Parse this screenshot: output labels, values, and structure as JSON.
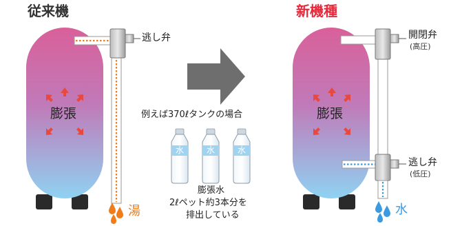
{
  "old": {
    "title": "従来機",
    "expansion": "膨張",
    "relief_valve": "逃し弁",
    "outflow": "湯"
  },
  "new": {
    "title": "新機種",
    "expansion": "膨張",
    "open_close_valve": "開閉弁",
    "high_pressure": "(高圧)",
    "relief_valve": "逃し弁",
    "low_pressure": "(低圧)",
    "outflow": "水"
  },
  "middle": {
    "example": "例えば370ℓタンクの場合",
    "bottle_label": "水",
    "caption_line1": "膨張水",
    "caption_line2": "2ℓペット約3本分を",
    "caption_line3": "排出している"
  },
  "colors": {
    "tank_top": "#e0679a",
    "tank_bottom": "#8ecdf0",
    "title_old": "#333333",
    "title_new": "#e8283a",
    "arrow_red": "#e8493f",
    "hot_water": "#f07d1c",
    "cold_water": "#3c9be0",
    "pipe_gray": "#9a9a9a",
    "big_arrow": "#6e6e6e"
  }
}
